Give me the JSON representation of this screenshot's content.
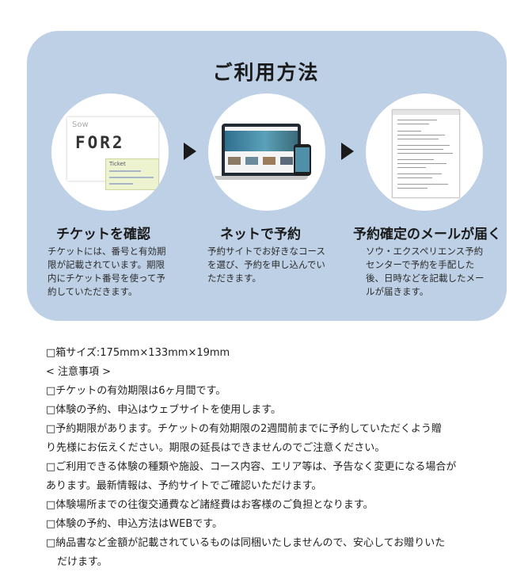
{
  "guide": {
    "title": "ご利用方法",
    "steps": [
      {
        "title": "チケットを確認",
        "desc": [
          "チケットには、番号と有効期",
          "限が記載されています。期限",
          "内にチケット番号を使って予",
          "約していただきます。"
        ],
        "image": {
          "card_text": "FOR2",
          "card_logo": "Sow",
          "ticket_label": "Ticket"
        }
      },
      {
        "title": "ネットで予約",
        "desc": [
          "予約サイトでお好きなコース",
          "を選び、予約を申し込んでい",
          "ただきます。"
        ]
      },
      {
        "title": "予約確定のメールが届く",
        "desc": [
          "ソウ・エクスペリエンス予約",
          "センターで予約を手配した",
          "後、日時などを記載したメー",
          "ルが届きます。"
        ]
      }
    ]
  },
  "notes": [
    "□箱サイズ:175mm×133mm×19mm",
    "< 注意事項 >",
    "□チケットの有効期限は6ヶ月間です。",
    "□体験の予約、申込はウェブサイトを使用します。",
    "□予約期限があります。チケットの有効期限の2週間前までに予約していただくよう贈",
    "り先様にお伝えください。期限の延長はできませんのでご注意ください。",
    "□ご利用できる体験の種類や施設、コース内容、エリア等は、予告なく変更になる場合が",
    "あります。最新情報は、予約サイトでご確認いただけます。",
    "□体験場所までの往復交通費など諸経費はお客様のご負担となります。",
    "□体験の予約、申込方法はWEBです。",
    "□納品書など金額が記載されているものは同梱いたしませんので、安心してお贈りいた",
    "だけます。"
  ],
  "colors": {
    "panel": "#bdd0e6",
    "text": "#222222"
  },
  "icons": [
    "ticket-image",
    "laptop-phone-image",
    "email-screenshot-image",
    "arrow-right-icon"
  ]
}
